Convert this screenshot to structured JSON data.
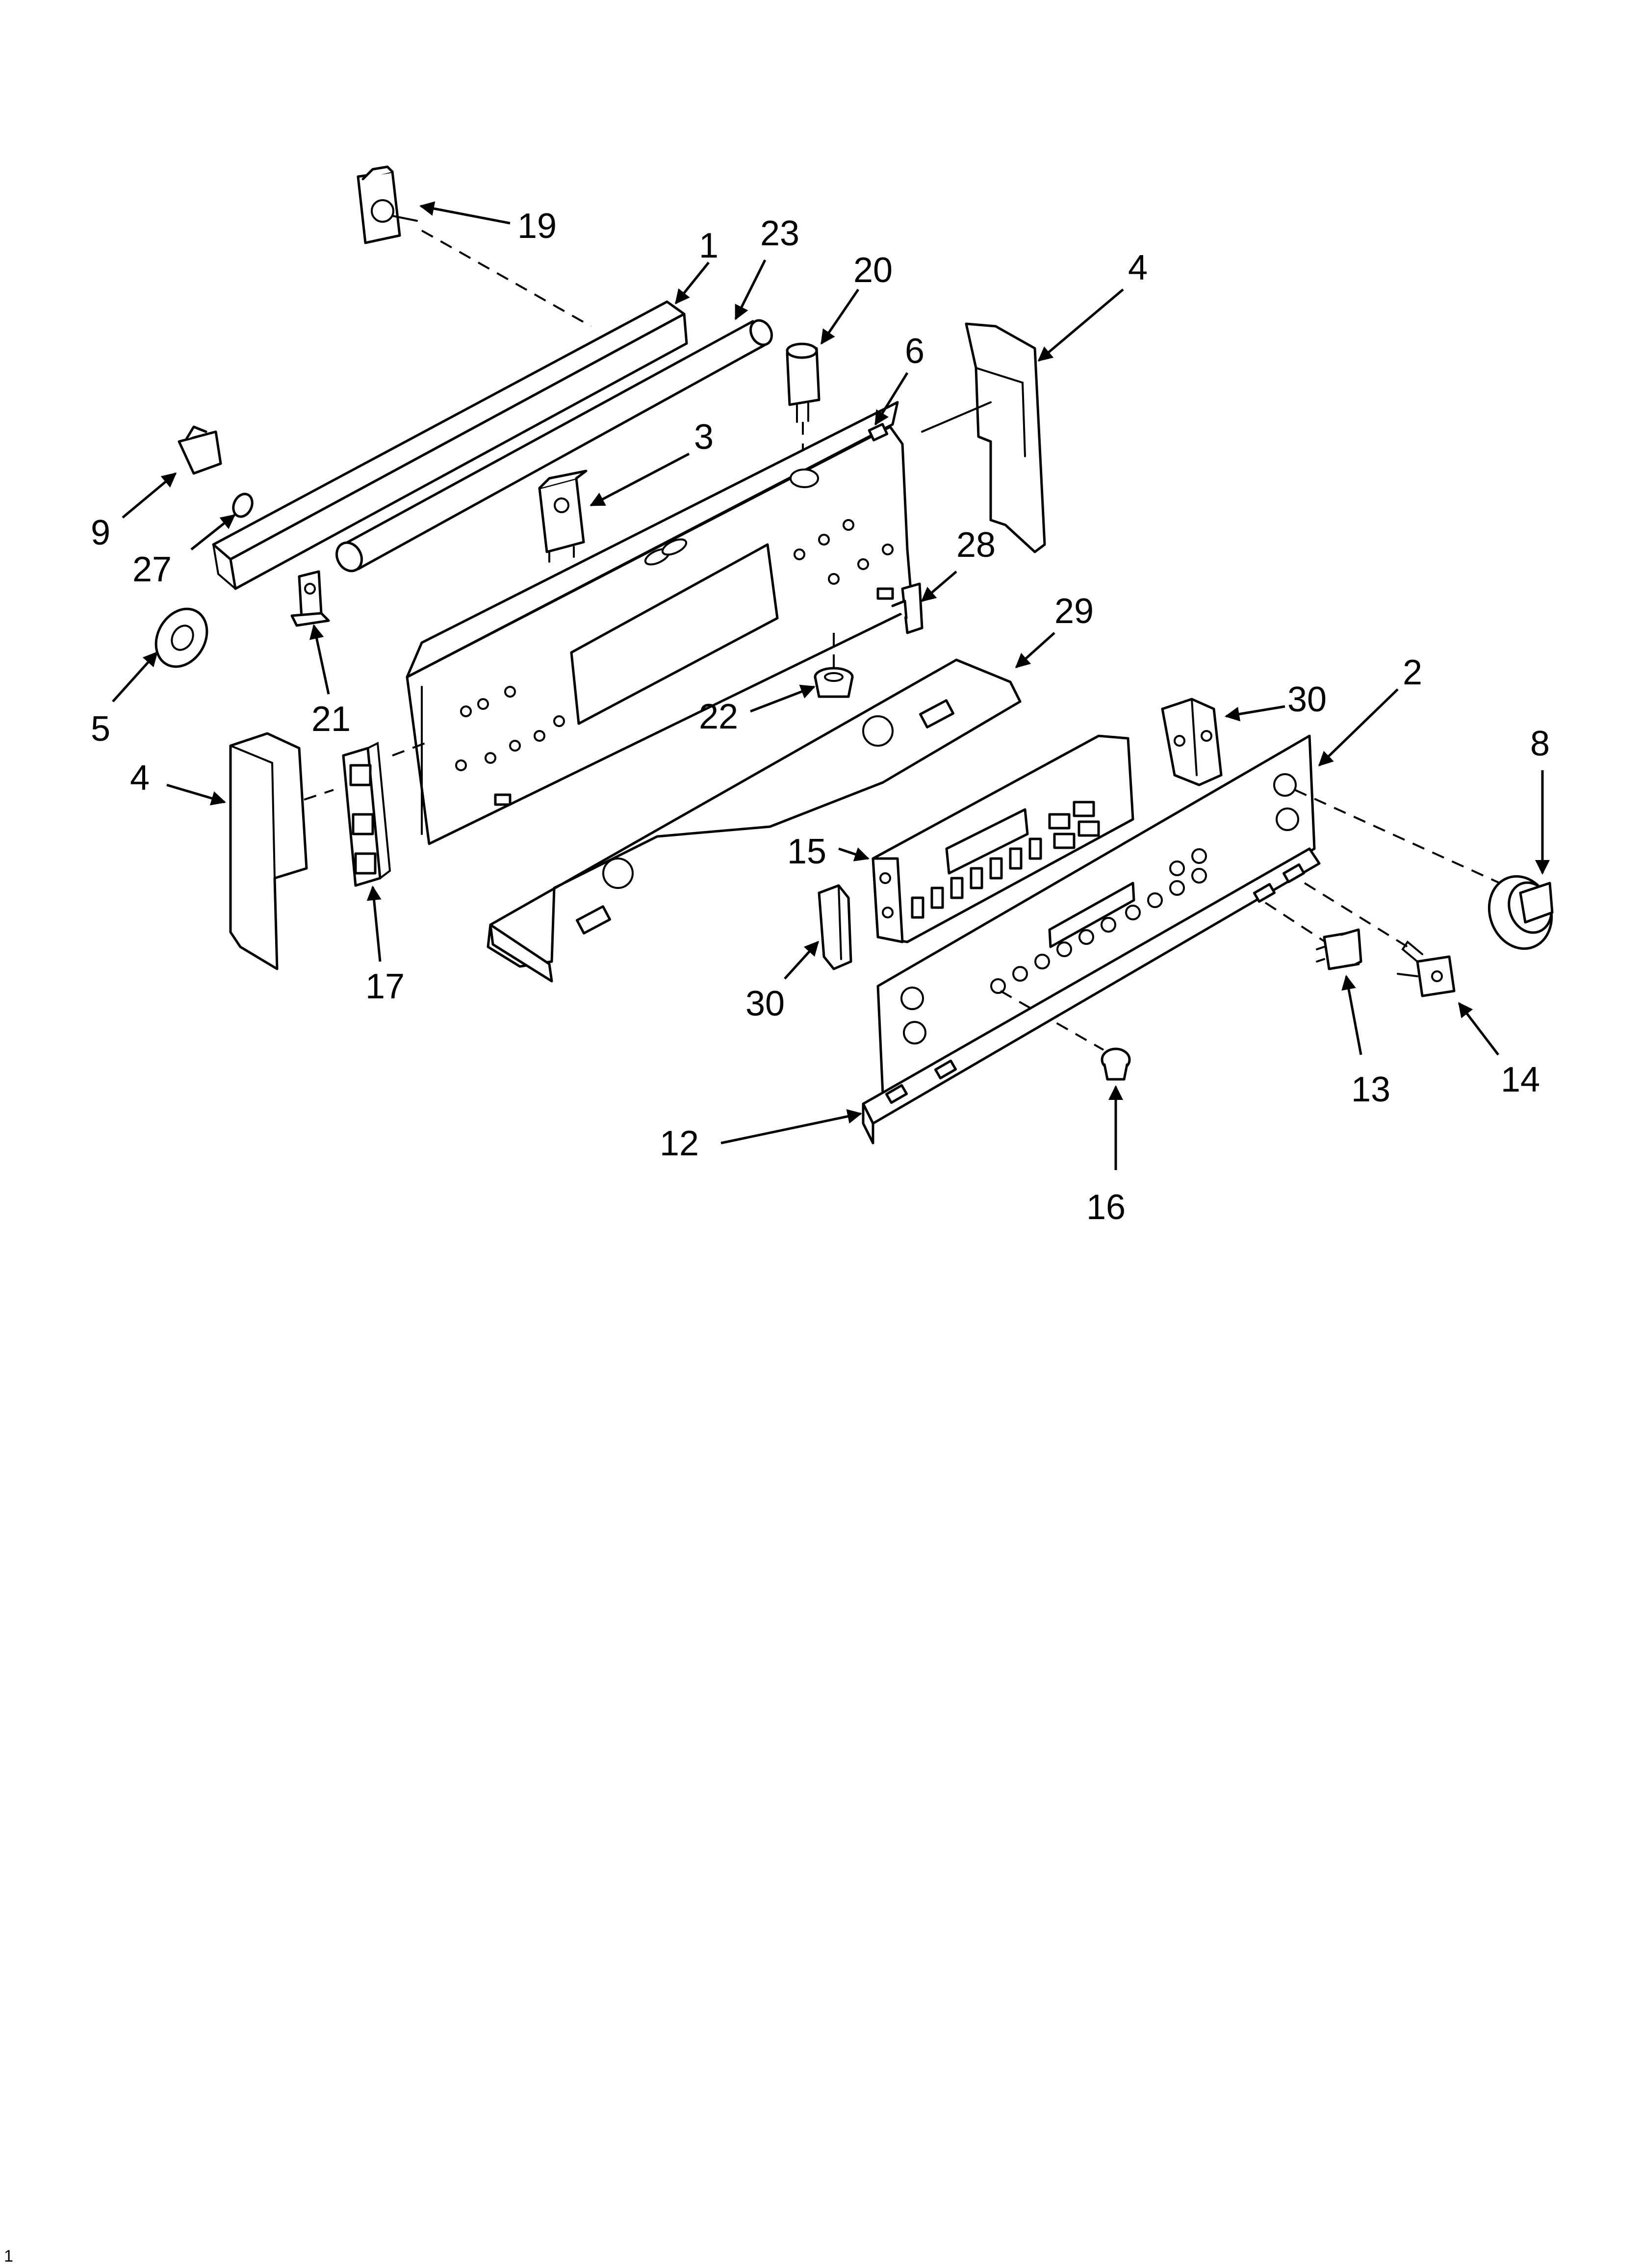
{
  "callouts": {
    "c19": "19",
    "c1": "1",
    "c23": "23",
    "c20": "20",
    "c4a": "4",
    "c6": "6",
    "c3": "3",
    "c9": "9",
    "c27": "27",
    "c28": "28",
    "c29": "29",
    "c5": "5",
    "c21": "21",
    "c22": "22",
    "c30a": "30",
    "c2": "2",
    "c4b": "4",
    "c8": "8",
    "c15": "15",
    "c17": "17",
    "c30b": "30",
    "c13": "13",
    "c14": "14",
    "c12": "12",
    "c16": "16"
  },
  "footer": {
    "mark": "1"
  },
  "colors": {
    "line": "#000000",
    "background": "#ffffff"
  }
}
